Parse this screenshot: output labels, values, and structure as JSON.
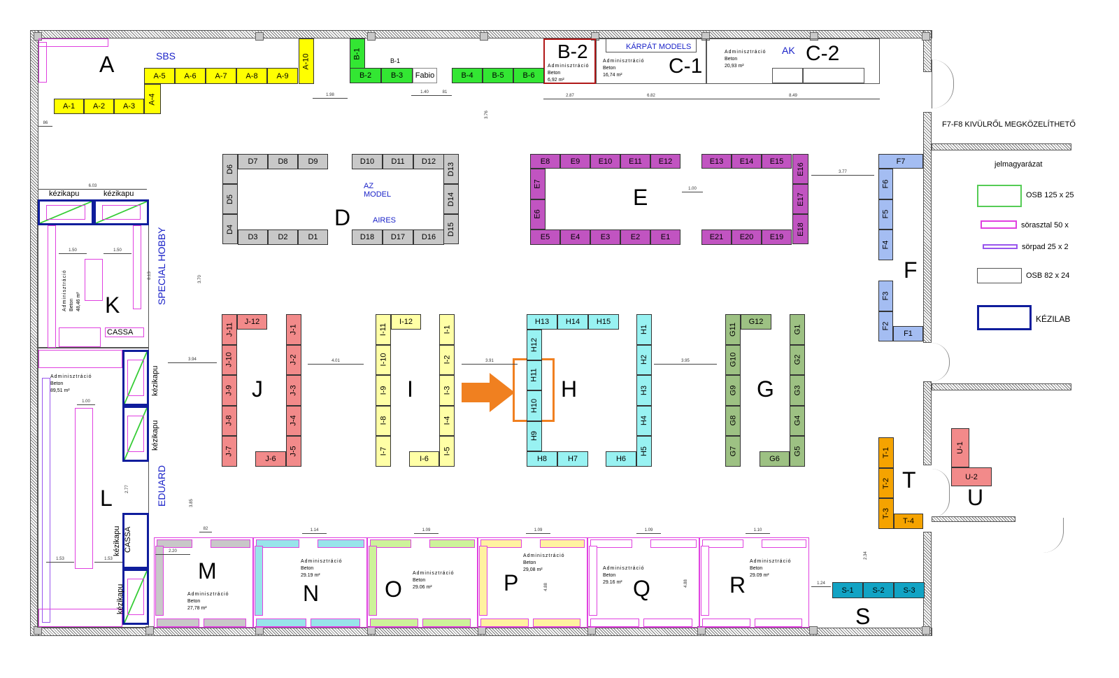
{
  "colors": {
    "A": "#ffff00",
    "B": "#33e633",
    "D": "#c8c8c8",
    "E": "#c154c1",
    "F": "#a4bdf2",
    "J": "#f28a8a",
    "I": "#ffffa6",
    "H": "#98f2f2",
    "G": "#9dc183",
    "T": "#f5a300",
    "U": "#f28a8a",
    "S": "#12a3c4",
    "fabio": "#ffffff",
    "highlight": "#f08020",
    "kezikapu": "#0f1d9c",
    "text_blue": "#1a22c8"
  },
  "booths": {
    "A": [
      "A-1",
      "A-2",
      "A-3",
      "A-4",
      "A-5",
      "A-6",
      "A-7",
      "A-8",
      "A-9",
      "A-10"
    ],
    "B": [
      "B-1",
      "B-2",
      "B-3",
      "B-4",
      "B-5",
      "B-6"
    ],
    "fabio": [
      "Fabio"
    ],
    "D": [
      "D1",
      "D2",
      "D3",
      "D4",
      "D5",
      "D6",
      "D7",
      "D8",
      "D9",
      "D10",
      "D11",
      "D12",
      "D13",
      "D14",
      "D15",
      "D16",
      "D17",
      "D18"
    ],
    "E": [
      "E1",
      "E2",
      "E3",
      "E4",
      "E5",
      "E6",
      "E7",
      "E8",
      "E9",
      "E10",
      "E11",
      "E12",
      "E13",
      "E14",
      "E15",
      "E16",
      "E17",
      "E18",
      "E19",
      "E20",
      "E21"
    ],
    "F": [
      "F1",
      "F2",
      "F3",
      "F4",
      "F5",
      "F6",
      "F7"
    ],
    "J": [
      "J-1",
      "J-2",
      "J-3",
      "J-4",
      "J-5",
      "J-6",
      "J-7",
      "J-8",
      "J-9",
      "J-10",
      "J-11",
      "J-12"
    ],
    "I": [
      "I-1",
      "I-2",
      "I-3",
      "I-4",
      "I-5",
      "I-6",
      "I-7",
      "I-8",
      "I-9",
      "I-10",
      "I-11",
      "I-12"
    ],
    "H": [
      "H1",
      "H2",
      "H3",
      "H4",
      "H5",
      "H6",
      "H7",
      "H8",
      "H9",
      "H10",
      "H11",
      "H12",
      "H13",
      "H14",
      "H15"
    ],
    "G": [
      "G1",
      "G2",
      "G3",
      "G4",
      "G5",
      "G6",
      "G7",
      "G8",
      "G9",
      "G10",
      "G11",
      "G12"
    ],
    "T": [
      "T-1",
      "T-2",
      "T-3",
      "T-4"
    ],
    "U": [
      "U-1",
      "U-2"
    ],
    "S": [
      "S-1",
      "S-2",
      "S-3"
    ]
  },
  "sections": {
    "A": "A",
    "D": "D",
    "E": "E",
    "F": "F",
    "J": "J",
    "I": "I",
    "H": "H",
    "G": "G",
    "T": "T",
    "U": "U",
    "S": "S",
    "K": "K",
    "L": "L",
    "M": "M",
    "N": "N",
    "O": "O",
    "P": "P",
    "Q": "Q",
    "R": "R",
    "B2": "B-2",
    "C1": "C-1",
    "C2": "C-2",
    "B1_small": "B-1"
  },
  "exhibitors": {
    "sbs": "SBS",
    "karpat": "KÁRPÁT MODELS",
    "ak": "AK",
    "az_model": "AZ\nMODEL",
    "aires": "AIRES",
    "special_hobby": "SPECIAL HOBBY",
    "eduard": "EDUARD"
  },
  "rooms": {
    "admin_label": "Adminisztráció",
    "floor": "Beton",
    "B2": "6,92 m²",
    "C1": "16,74 m²",
    "C2": "20,93 m²",
    "K": "48,46 m²",
    "L": "89,51 m²",
    "M": "27,78 m²",
    "N": "29.19 m²",
    "O": "29.06 m²",
    "P": "29,08 m²",
    "Q": "29.16 m²",
    "R": "29.09 m²"
  },
  "gates": {
    "kezikapu": "kézikapu",
    "cassa": "CASSA"
  },
  "notes": {
    "f7f8": "F7-F8 KIVÜLRŐL MEGKÖZELÍTHETŐ"
  },
  "legend": {
    "title": "jelmagyarázat",
    "items": [
      {
        "label": "OSB 125 x 25",
        "color": "#55cc55"
      },
      {
        "label": "sörasztal 50 x",
        "color": "#e040e0"
      },
      {
        "label": "sörpad 25 x 2",
        "color": "#9955ee"
      },
      {
        "label": "OSB 82 x 24",
        "color": "#555555"
      },
      {
        "label": "KÉZILAB",
        "color": "#0f1d9c"
      }
    ]
  },
  "dimensions": {
    "d1": "1.98",
    "d2": "1.40",
    "d3": "81",
    "d4": "3.76",
    "d5": "2.87",
    "d6": "6.82",
    "d7": "8.49",
    "d8": "86",
    "d9": "6.03",
    "d10": "3.77",
    "d11": "1.00",
    "d12": "3.94",
    "d13": "4.01",
    "d14": "3.91",
    "d15": "3.95",
    "d16": "3.70",
    "d17": "8.13",
    "d18": "1.50",
    "d19": "1.50",
    "d20": "1.14",
    "d21": "1.09",
    "d22": "1.09",
    "d23": "1.09",
    "d24": "1.10",
    "d25": "2.34",
    "d26": "1.24",
    "d27": "2.20",
    "d28": "82",
    "d29": "4.88",
    "d30": "4.88",
    "d31": "3.85",
    "d32": "1.00",
    "d33": "1.53",
    "d34": "1.53",
    "d35": "2.77"
  }
}
